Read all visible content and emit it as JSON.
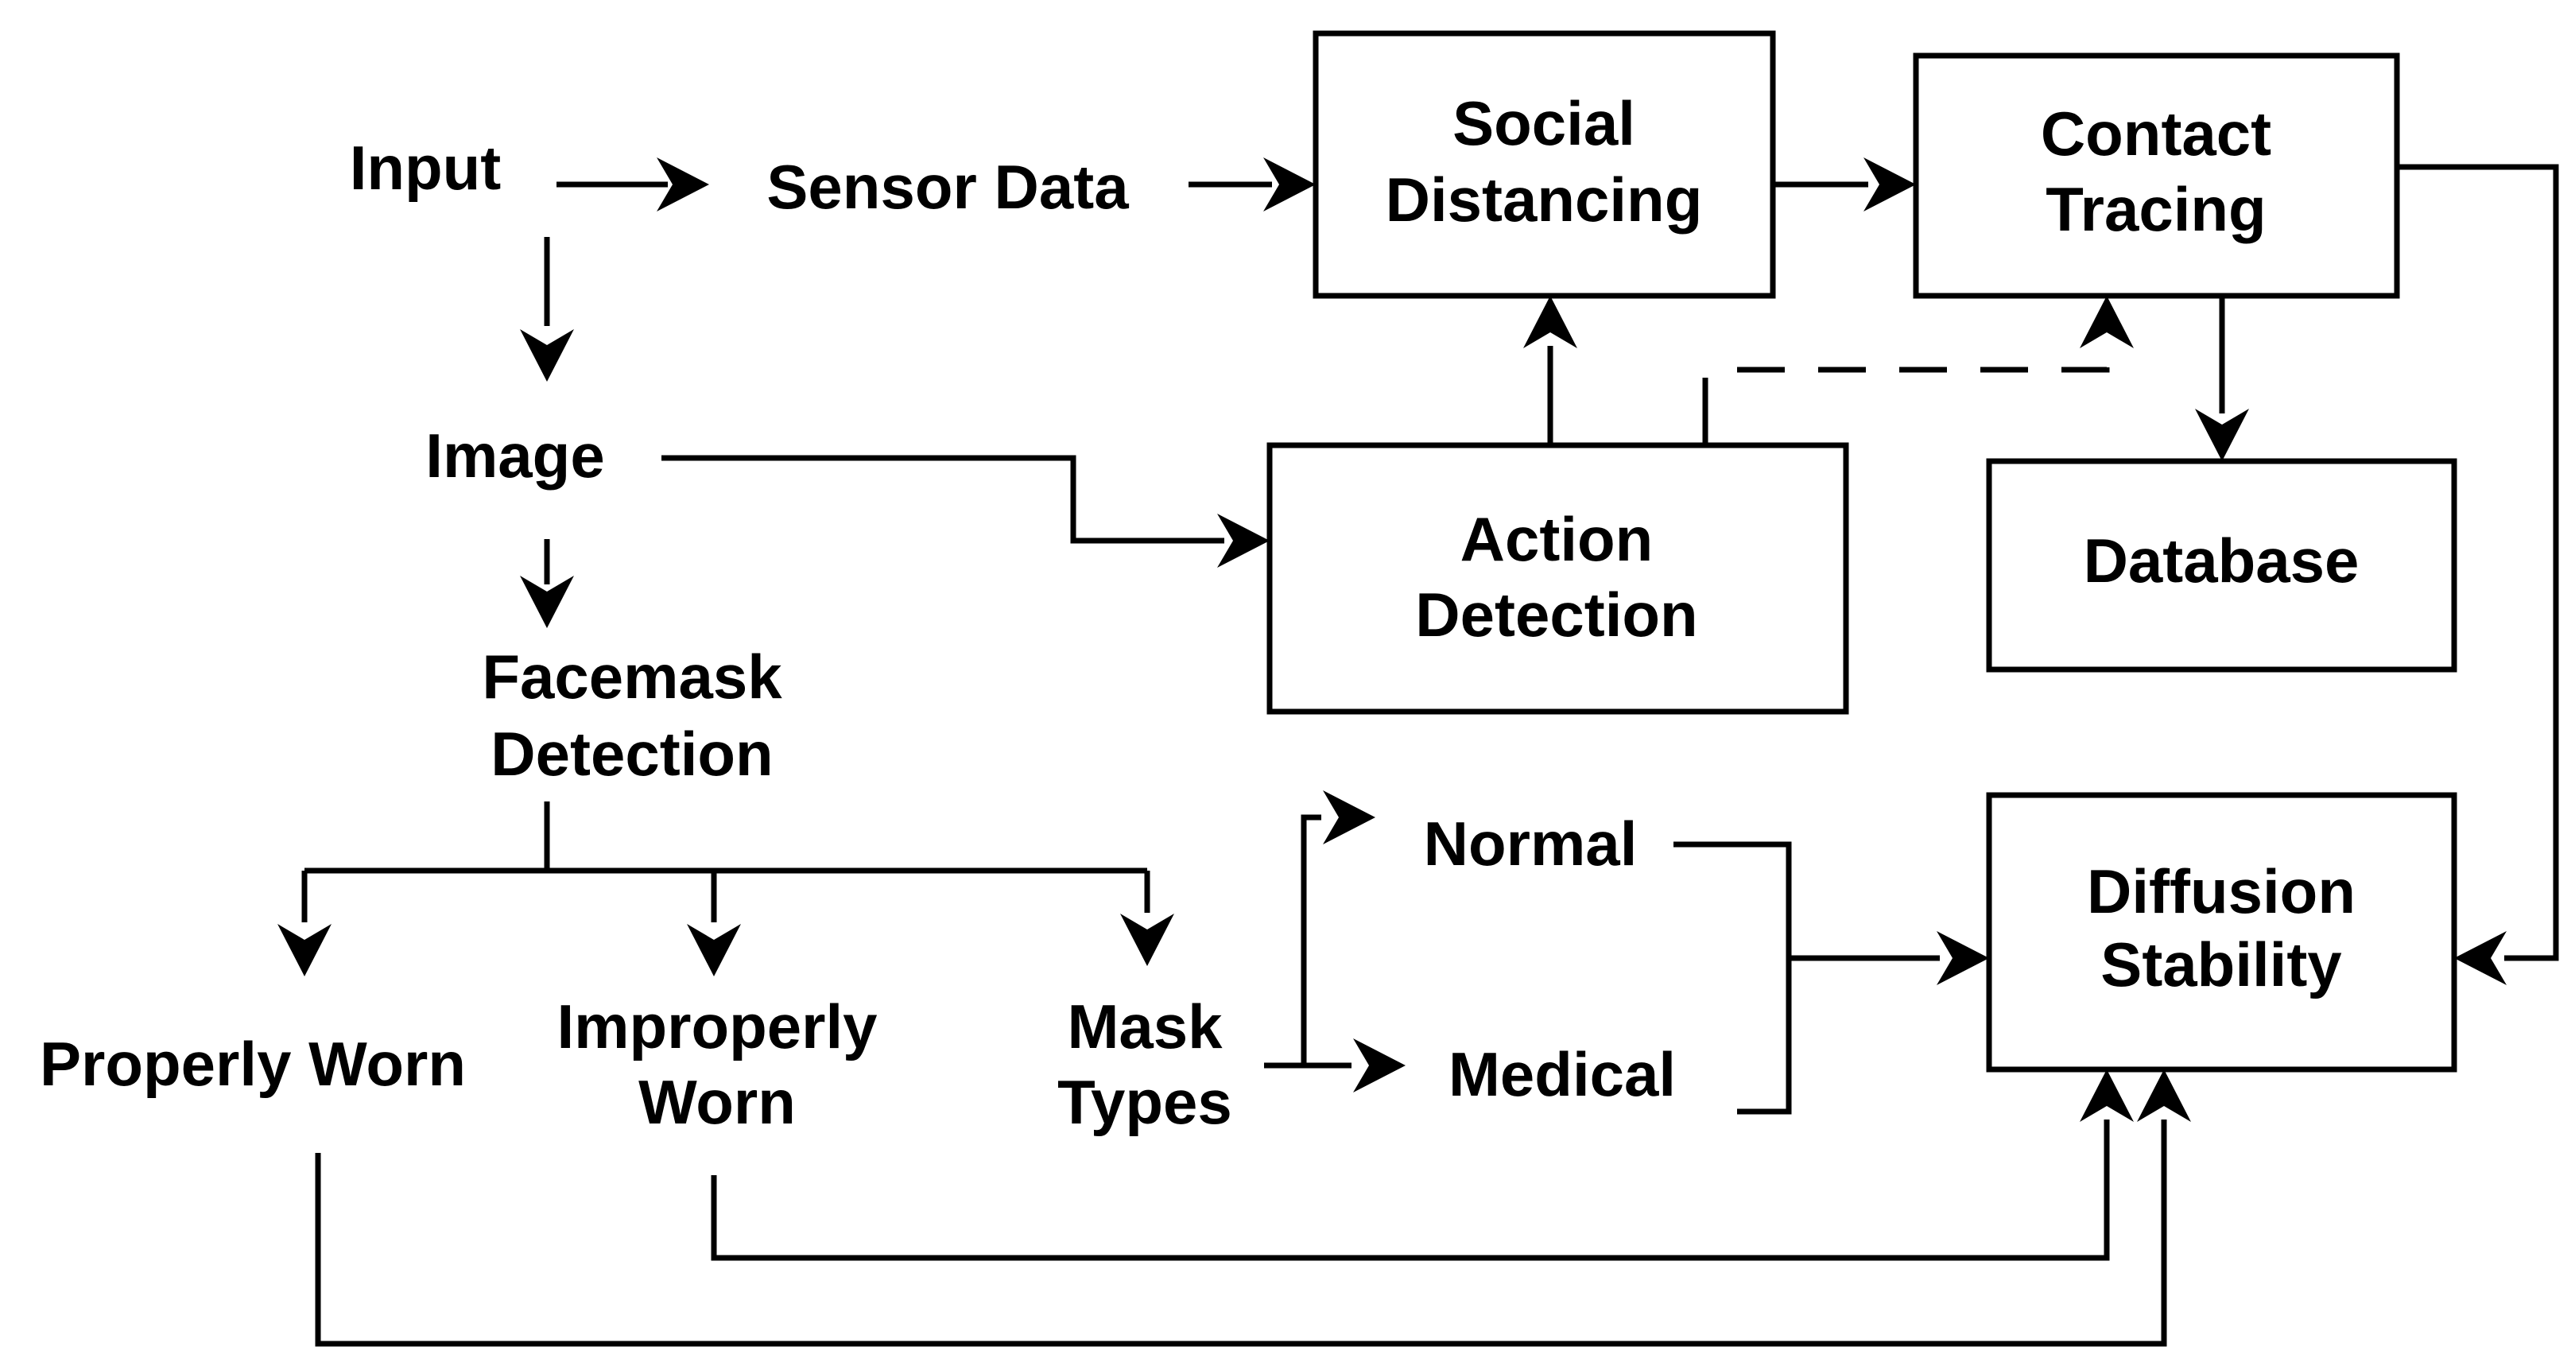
{
  "diagram": {
    "labels": {
      "input": "Input",
      "sensor_data": "Sensor Data",
      "image": "Image",
      "facemask_line1": "Facemask",
      "facemask_line2": "Detection",
      "properly_worn": "Properly Worn",
      "improperly_line1": "Improperly",
      "improperly_line2": "Worn",
      "mask_types_line1": "Mask",
      "mask_types_line2": "Types",
      "normal": "Normal",
      "medical": "Medical"
    },
    "boxes": {
      "social_line1": "Social",
      "social_line2": "Distancing",
      "contact_line1": "Contact",
      "contact_line2": "Tracing",
      "action_line1": "Action",
      "action_line2": "Detection",
      "database": "Database",
      "diffusion_line1": "Diffusion",
      "diffusion_line2": "Stability"
    }
  }
}
